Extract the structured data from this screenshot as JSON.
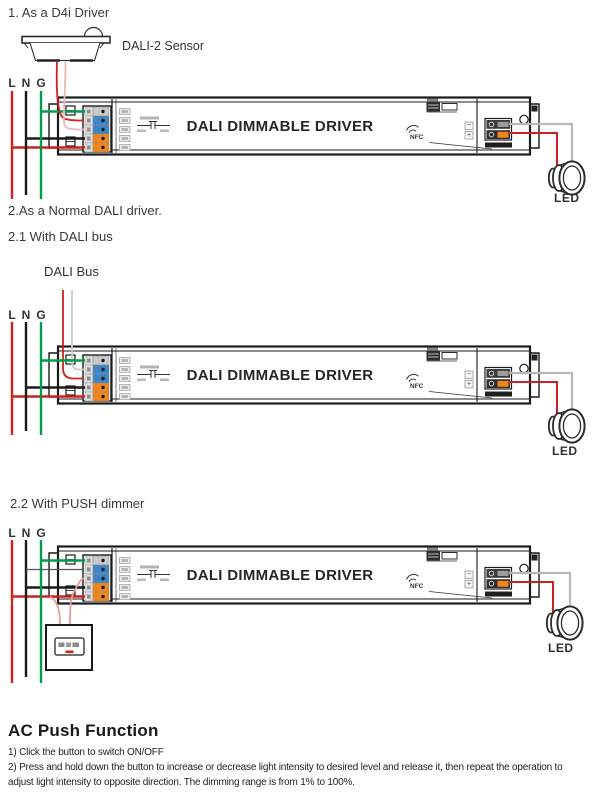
{
  "diagram1": {
    "heading": "1. As a D4i Driver",
    "sensor_label": "DALI-2 Sensor",
    "wire_l": "L",
    "wire_n": "N",
    "wire_g": "G",
    "led_label": "LED"
  },
  "diagram2": {
    "heading": "2.As a Normal DALI driver.",
    "subheading": "2.1 With DALI bus",
    "bus_label": "DALI Bus",
    "wire_l": "L",
    "wire_n": "N",
    "wire_g": "G",
    "led_label": "LED"
  },
  "diagram3": {
    "subheading": "2.2 With PUSH dimmer",
    "wire_l": "L",
    "wire_n": "N",
    "wire_g": "G",
    "led_label": "LED"
  },
  "driver": {
    "label": "DALI DIMMABLE DRIVER",
    "nfc_label": "NFC",
    "output_minus": "−",
    "output_plus": "+"
  },
  "footer": {
    "heading": "AC Push Function",
    "line1": "1) Click the button to switch ON/OFF",
    "line2a": "2) Press and hold down the button to increase or decrease light intensity to desired level and release it, then repeat the operation to",
    "line2b": "adjust light intensity to opposite direction. The dimming range is from 1% to 100%."
  },
  "colors": {
    "wire_live": "#d01f1f",
    "wire_neutral": "#1a1a1a",
    "wire_ground": "#009e4a",
    "dali_bus_red": "#cf2020",
    "dali_bus_gray": "#cccccc",
    "sensor_wire_pink": "#eab8b8",
    "push_wire_pink": "#e59c9c",
    "terminal_silver": "#c9c9c9",
    "terminal_blue": "#3c86c8",
    "terminal_orange": "#f08519",
    "output_wire_gray": "#b9b9b9"
  }
}
